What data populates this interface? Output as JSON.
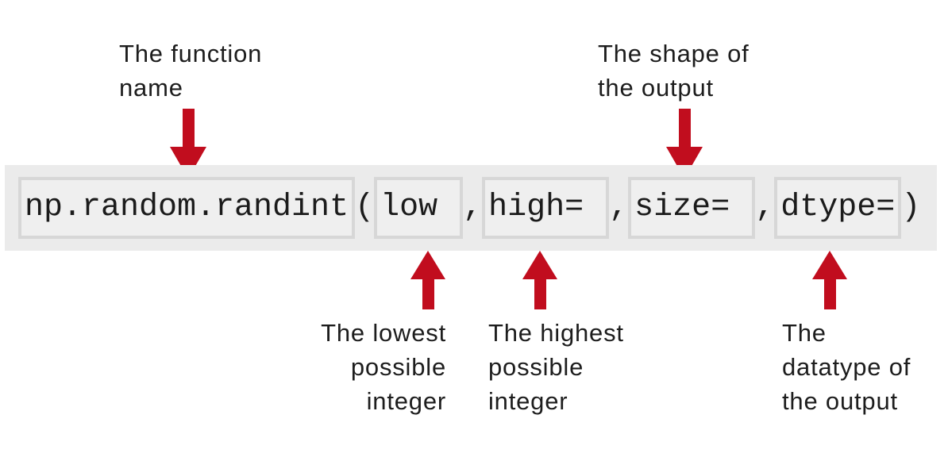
{
  "colors": {
    "arrow_red": "#c10d1e",
    "band_bg": "#ebebeb",
    "box_border": "#d7d7d7",
    "box_bg": "#efefef",
    "code_text": "#1b1b1b",
    "label_text": "#1d1d1d",
    "page_bg": "#ffffff"
  },
  "code": {
    "full_text": "np.random.randint(low ,high= ,size= ,dtype=)",
    "tokens": [
      {
        "style": "boxed",
        "text": "np.random.randint"
      },
      {
        "style": "plain",
        "text": "("
      },
      {
        "style": "boxed",
        "text": "low "
      },
      {
        "style": "plain",
        "text": ","
      },
      {
        "style": "boxed",
        "text": "high= "
      },
      {
        "style": "plain",
        "text": ","
      },
      {
        "style": "boxed",
        "text": "size= "
      },
      {
        "style": "plain",
        "text": ","
      },
      {
        "style": "boxed",
        "text": "dtype="
      },
      {
        "style": "plain",
        "text": ")"
      }
    ]
  },
  "annotations": [
    {
      "id": "function-name",
      "text": "The function\nname",
      "points_to": "np.random.randint",
      "arrow_direction": "down"
    },
    {
      "id": "shape",
      "text": "The shape of\nthe output",
      "points_to": "size=",
      "arrow_direction": "down"
    },
    {
      "id": "lowest",
      "text": "The lowest\npossible\ninteger",
      "points_to": "low",
      "arrow_direction": "up"
    },
    {
      "id": "highest",
      "text": "The highest\npossible\ninteger",
      "points_to": "high=",
      "arrow_direction": "up"
    },
    {
      "id": "datatype",
      "text": "The\ndatatype of\nthe output",
      "points_to": "dtype=",
      "arrow_direction": "up"
    }
  ]
}
